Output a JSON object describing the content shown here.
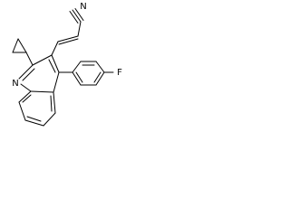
{
  "molecule": {
    "atoms": {
      "nitrile_n": "N",
      "quinoline_n": "N",
      "fluorine": "F"
    },
    "colors": {
      "bond": "#000000",
      "label": "#000000",
      "background": "#ffffff"
    }
  }
}
